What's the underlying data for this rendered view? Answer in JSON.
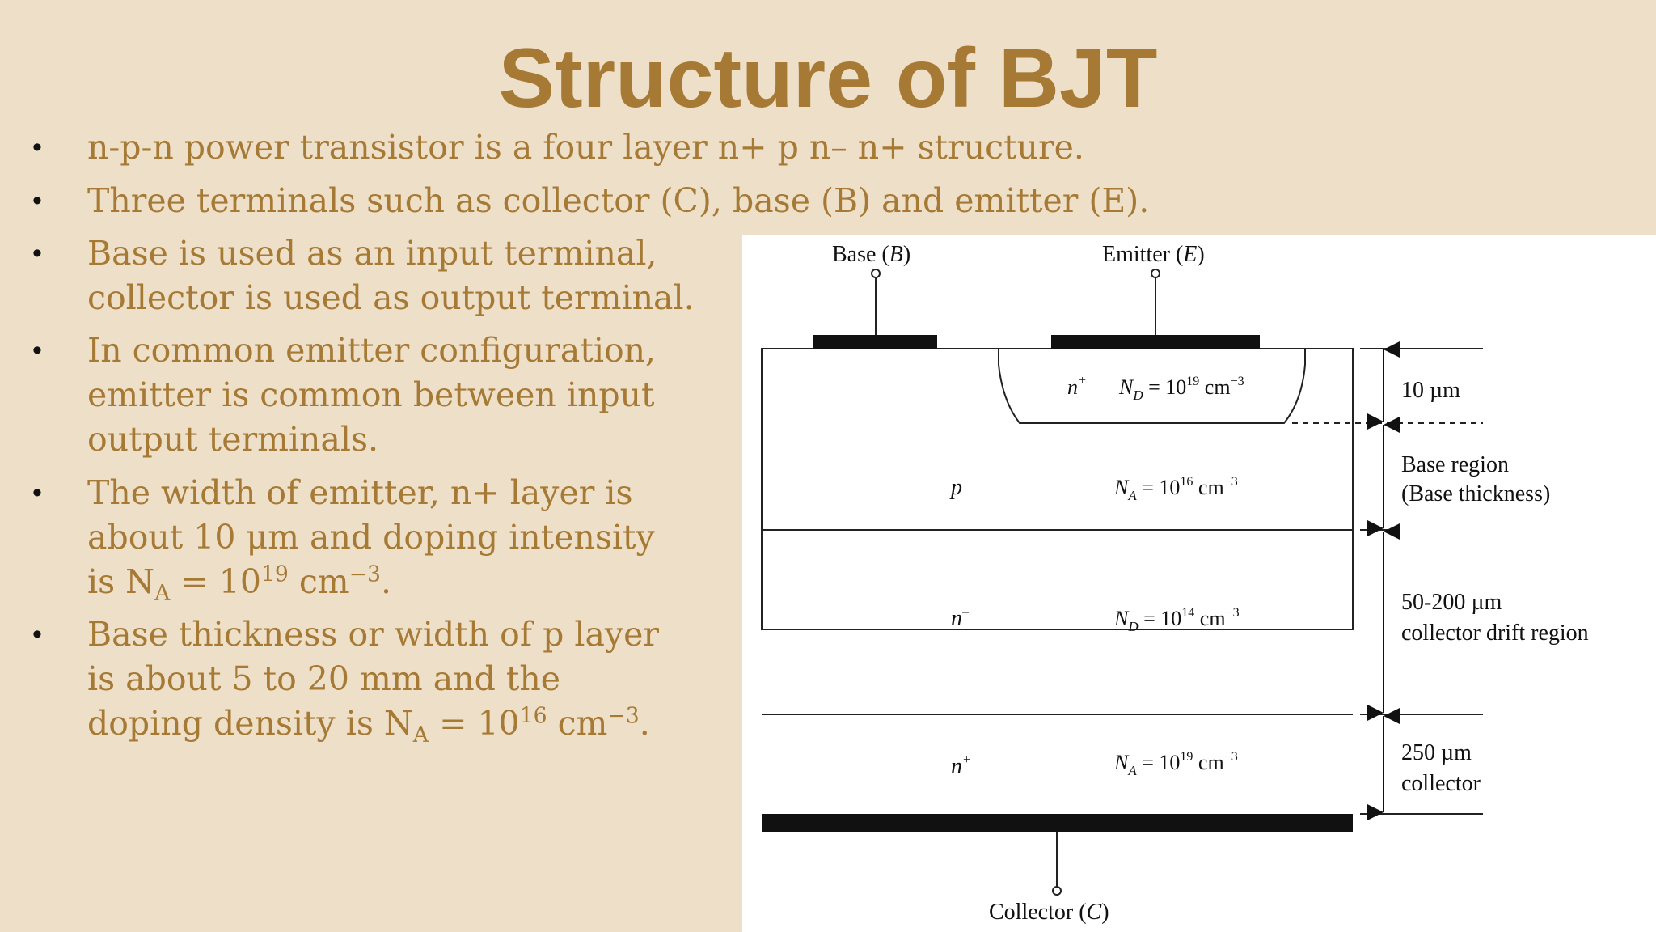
{
  "title": "Structure of BJT",
  "bullets": [
    {
      "lines": [
        "n-p-n power transistor is a four layer n+ p n– n+ structure."
      ]
    },
    {
      "lines": [
        "Three terminals such as collector (C), base (B) and emitter (E)."
      ]
    },
    {
      "lines": [
        "Base is used as an input terminal,",
        "collector is used as output terminal."
      ]
    },
    {
      "lines": [
        "In common emitter configuration,",
        "emitter is common between input",
        "output terminals."
      ]
    },
    {
      "lines": [
        "The width of emitter, n+ layer is",
        "about 10 μm and doping intensity"
      ],
      "formula": {
        "pre": "is N",
        "sub": "A",
        "mid": " = 10",
        "sup1": "19",
        "unit": " cm",
        "sup2": "−3",
        "post": "."
      }
    },
    {
      "lines": [
        "Base thickness or width of p layer",
        "is about 5 to 20 mm and the"
      ],
      "formula": {
        "pre": "doping density is N",
        "sub": "A",
        "mid": " = 10",
        "sup1": "16",
        "unit": " cm",
        "sup2": "−3",
        "post": "."
      }
    }
  ],
  "diagram": {
    "base_terminal": {
      "label": "Base (",
      "italic": "B",
      "close": ")"
    },
    "emitter_terminal": {
      "label": "Emitter (",
      "italic": "E",
      "close": ")"
    },
    "collector_terminal": {
      "label": "Collector (",
      "italic": "C",
      "close": ")"
    },
    "layers": [
      {
        "type": "n",
        "type_sup": "+",
        "doping_sym": "N",
        "doping_sub": "D",
        "doping_val": " = 10",
        "doping_exp": "19",
        "doping_unit": " cm",
        "doping_unit_exp": "−3",
        "dimension_lines": [
          "10 µm"
        ]
      },
      {
        "type": "p",
        "type_sup": "",
        "doping_sym": "N",
        "doping_sub": "A",
        "doping_val": " = 10",
        "doping_exp": "16",
        "doping_unit": " cm",
        "doping_unit_exp": "−3",
        "dimension_lines": [
          "Base region",
          "(Base thickness)"
        ]
      },
      {
        "type": "n",
        "type_sup": "–",
        "doping_sym": "N",
        "doping_sub": "D",
        "doping_val": " = 10",
        "doping_exp": "14",
        "doping_unit": " cm",
        "doping_unit_exp": "−3",
        "dimension_lines": [
          "50-200 µm",
          "collector drift region"
        ]
      },
      {
        "type": "n",
        "type_sup": "+",
        "doping_sym": "N",
        "doping_sub": "A",
        "doping_val": " = 10",
        "doping_exp": "19",
        "doping_unit": " cm",
        "doping_unit_exp": "−3",
        "dimension_lines": [
          "250 µm",
          "collector"
        ]
      }
    ]
  }
}
